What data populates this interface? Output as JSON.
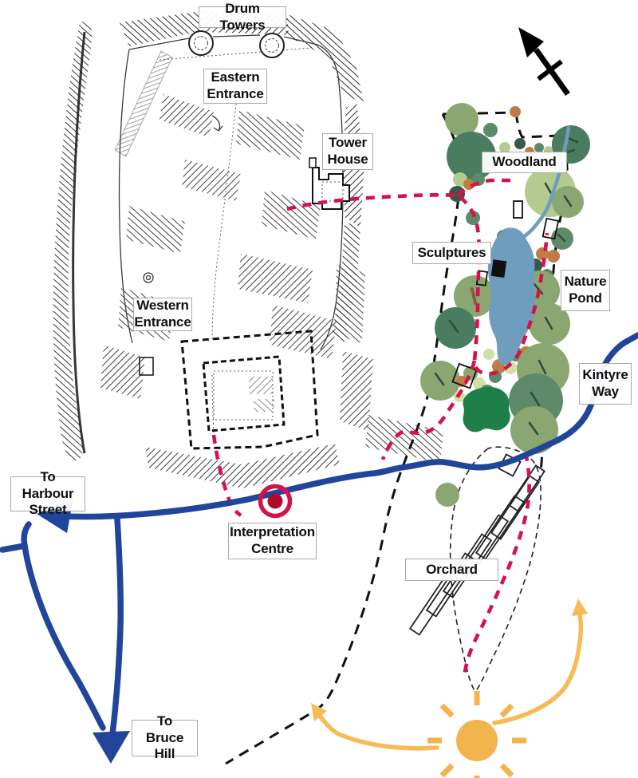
{
  "map": {
    "labels": {
      "drum_towers": "Drum Towers",
      "eastern_entrance": "Eastern\nEntrance",
      "tower_house": "Tower\nHouse",
      "woodland": "Woodland",
      "sculptures": "Sculptures",
      "nature_pond": "Nature\nPond",
      "western_entrance": "Western\nEntrance",
      "kintyre_way": "Kintyre\nWay",
      "to_harbour_street": "To Harbour\nStreet",
      "interpretation_centre": "Interpretation\nCentre",
      "orchard": "Orchard",
      "to_bruce_hill": "To\nBruce Hill"
    },
    "icons": {
      "north_arrow": "north-compass-arrow",
      "sun": "sun-with-rays",
      "marker": "interpretation-centre-ring-marker"
    },
    "colors": {
      "road": "#20459a",
      "footpath_red": "#d5134b",
      "trail_black": "#101010",
      "water": "#6f9dbe",
      "sun": "#f2b44d",
      "sun_arrow": "#f6bb56",
      "shrub": "#1f7f48",
      "marker_ring": "#d5134b",
      "marker_dot": "#ab0e2c",
      "tree_dark": "#4a7c5f",
      "tree_mid": "#5e8a6a",
      "tree_sage": "#8aa772",
      "tree_light": "#b4ca8e",
      "tree_pale": "#cfe0a6",
      "tree_teal": "#3a584a",
      "tree_brown": "#c07c44",
      "castle_ink": "#2b2b2b"
    }
  }
}
